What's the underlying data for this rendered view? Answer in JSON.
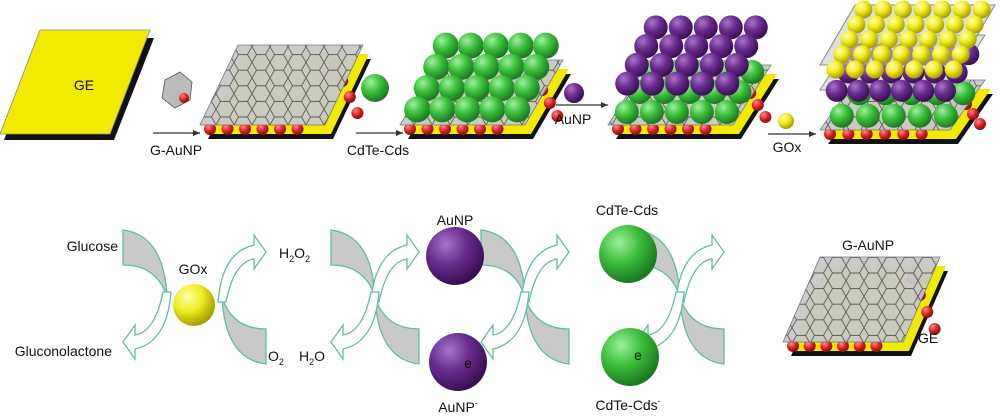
{
  "colors": {
    "electrode_yellow": "#f2ea00",
    "graphene_gray": "#c8c8c8",
    "aunp_purple": "#6a2c8f",
    "cdte_green": "#3cbf3c",
    "gox_yellow": "#f0ec1e",
    "anchor_red": "#d81c1c",
    "arrow_outline": "#5fbf9a",
    "arrow_gray": "#c9c9c9"
  },
  "assembly": {
    "ge_label": "GE",
    "step1_label": "G-AuNP",
    "step2_label": "CdTe-Cds",
    "step3_label": "AuNP",
    "step4_label": "GOx"
  },
  "mechanism": {
    "glucose": "Glucose",
    "gluconolactone": "Gluconolactone",
    "gox": "GOx",
    "h2o2": {
      "base": "H",
      "s1": "2",
      "mid": "O",
      "s2": "2"
    },
    "o2": {
      "base": "O",
      "s1": "2"
    },
    "h2o": {
      "base": "H",
      "s1": "2",
      "tail": "O"
    },
    "aunp": "AuNP",
    "aunp_reduced": {
      "base": "AuNP",
      "sup": "-"
    },
    "cdte": "CdTe-Cds",
    "cdte_reduced": {
      "base": "CdTe-Cds",
      "sup": "-"
    },
    "electron": "e",
    "electrode_top": "G-AuNP",
    "electrode_bottom": "GE"
  }
}
